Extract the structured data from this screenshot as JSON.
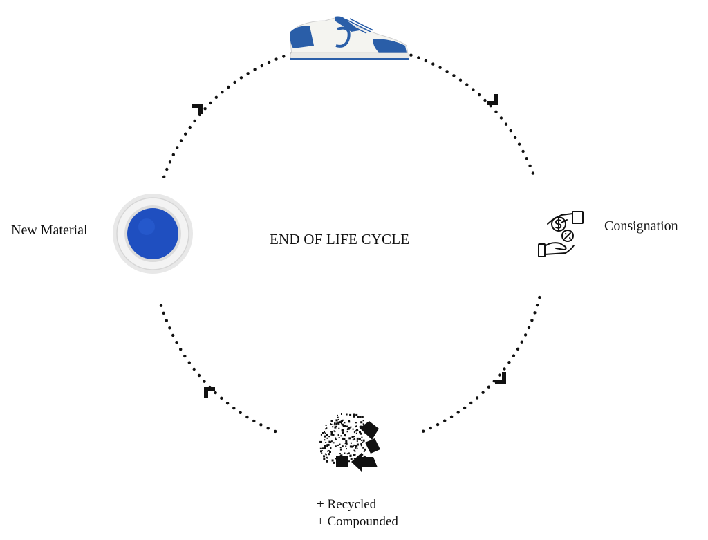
{
  "diagram": {
    "center_title": "END OF LIFE CYCLE",
    "nodes": {
      "top": {
        "icon": "sneaker-image",
        "color": "#2a5ea8"
      },
      "right": {
        "label": "Consignation",
        "icon": "hand-money-exchange-icon"
      },
      "bottom": {
        "lines": [
          "+ Recycled",
          "+ Compounded"
        ],
        "icon": "recycle-icon"
      },
      "left": {
        "label": "New Material",
        "icon": "blue-pigment-dish-image",
        "color": "#1f4fc0"
      }
    },
    "flow": "clockwise"
  }
}
